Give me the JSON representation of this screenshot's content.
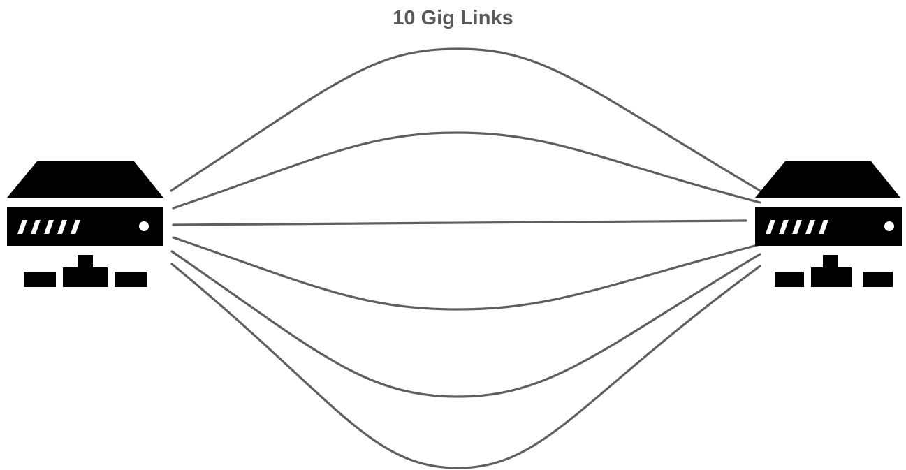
{
  "title": "10 Gig Links",
  "colors": {
    "link_stroke": "#5f5f5f",
    "title_text": "#595959",
    "server_icon": "#000000",
    "background": "#ffffff"
  },
  "nodes": [
    {
      "id": "left-server",
      "icon": "server-network-icon"
    },
    {
      "id": "right-server",
      "icon": "server-network-icon"
    }
  ],
  "links": [
    {
      "from": "left-server",
      "to": "right-server"
    },
    {
      "from": "left-server",
      "to": "right-server"
    },
    {
      "from": "left-server",
      "to": "right-server"
    },
    {
      "from": "left-server",
      "to": "right-server"
    },
    {
      "from": "left-server",
      "to": "right-server"
    },
    {
      "from": "left-server",
      "to": "right-server"
    }
  ]
}
